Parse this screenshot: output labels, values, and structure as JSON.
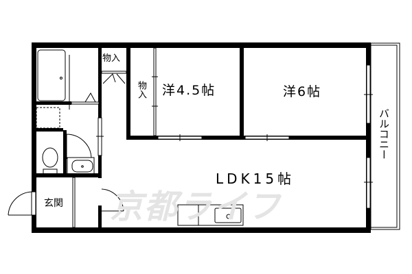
{
  "floorplan": {
    "rooms": {
      "western_4_5": "洋4.5帖",
      "western_6": "洋6帖",
      "ldk": "LDK15帖",
      "entrance": "玄関",
      "storage_top": "物入",
      "storage_side": "物入",
      "balcony": "バルコニー"
    },
    "watermark": "京都ライフ",
    "colors": {
      "wall": "#000000",
      "background": "#ffffff",
      "watermark": "#e4e4e4"
    }
  }
}
